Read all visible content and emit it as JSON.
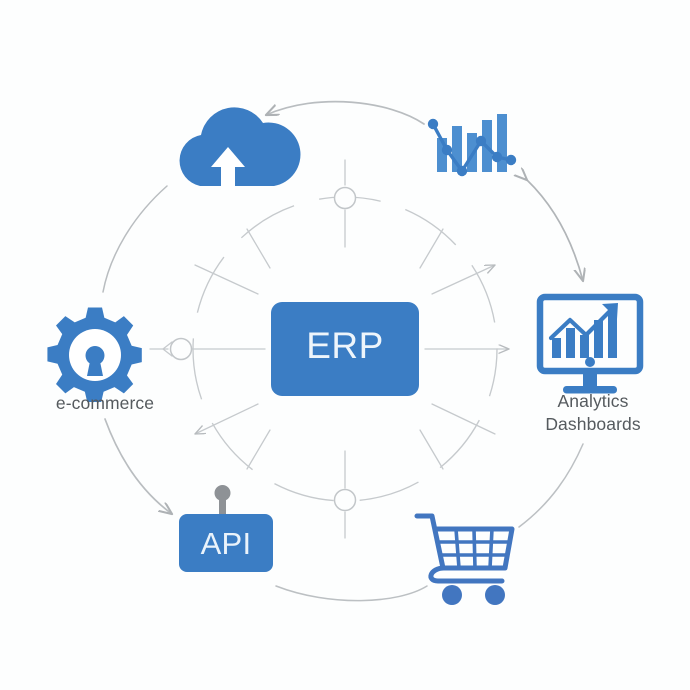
{
  "diagram": {
    "title": "ERP integration hub diagram",
    "background_color": "#fdfefe",
    "accent_color": "#3b7dc4",
    "line_color": "#b9bdc0",
    "label_color": "#555a5e",
    "center": {
      "label": "ERP",
      "name": "erp-core",
      "shape": "rounded-rectangle",
      "fill": "#3b7dc4",
      "text_color": "#eef5fb"
    },
    "nodes": [
      {
        "id": "cloud",
        "icon": "cloud-upload-icon",
        "label": "",
        "position": "top-left",
        "color": "#3b7dc4"
      },
      {
        "id": "analytics-chart",
        "icon": "bar-line-chart-icon",
        "label": "",
        "position": "top-right",
        "color": "#3b7dc4"
      },
      {
        "id": "ecommerce",
        "icon": "gear-keyhole-icon",
        "label": "e-commerce",
        "position": "left",
        "color": "#3b7dc4"
      },
      {
        "id": "analytics-dashboards",
        "icon": "monitor-chart-icon",
        "label": "Analytics\nDashboards",
        "position": "right",
        "color": "#3b7dc4"
      },
      {
        "id": "api",
        "icon": "api-badge-icon",
        "label": "API",
        "position": "bottom-left",
        "color": "#3b7dc4"
      },
      {
        "id": "shopping-cart",
        "icon": "shopping-cart-icon",
        "label": "",
        "position": "bottom-right",
        "color": "#4276c0"
      }
    ],
    "hub": {
      "spoke_count": 12,
      "inner_circle_style": "dashed",
      "node_markers": [
        "top",
        "left",
        "bottom"
      ],
      "arrow_spokes": [
        "right",
        "upper-right",
        "lower-left"
      ]
    },
    "connectors": [
      {
        "from": "analytics-chart",
        "to": "cloud",
        "style": "curved-arrow",
        "direction": "one-way"
      },
      {
        "from": "analytics-chart",
        "to": "analytics-dashboards",
        "style": "curved-arrow",
        "direction": "two-way"
      },
      {
        "from": "ecommerce",
        "to": "api",
        "style": "curved-arrow",
        "direction": "one-way"
      },
      {
        "from": "cloud",
        "to": "ecommerce",
        "style": "curved-line",
        "direction": "none"
      },
      {
        "from": "api",
        "to": "shopping-cart",
        "style": "curved-line",
        "direction": "none"
      },
      {
        "from": "shopping-cart",
        "to": "analytics-dashboards",
        "style": "curved-line",
        "direction": "none"
      }
    ]
  }
}
